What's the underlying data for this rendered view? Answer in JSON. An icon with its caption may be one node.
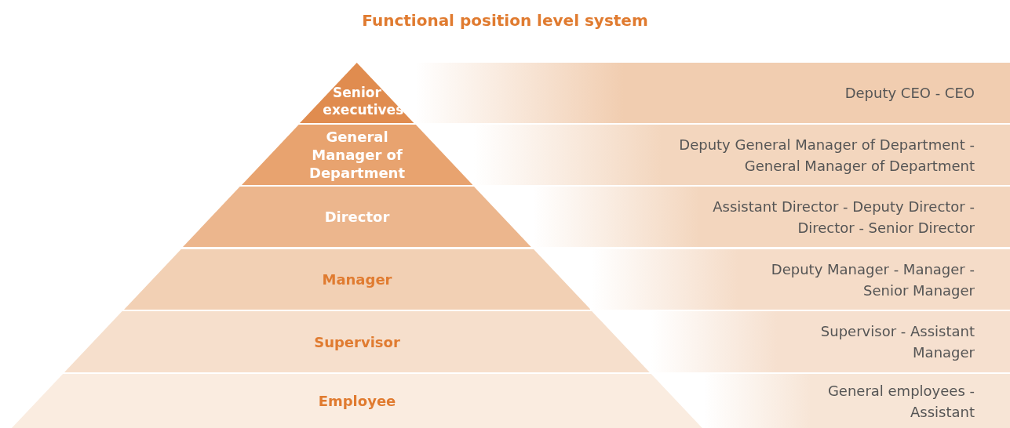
{
  "diagram": {
    "title": "Functional position level system",
    "nodes": [
      {
        "text": [
          "Senior executives"
        ]
      },
      {
        "text": [
          "Deputy CEO - CEO"
        ]
      },
      {
        "text": [
          "General Manager of Department"
        ]
      },
      {
        "text": [
          "Deputy General Manager of Department - General Manager of Department"
        ]
      },
      {
        "text": [
          "Director"
        ]
      },
      {
        "text": [
          "Assistant Director - Deputy Director - Director - Senior Director"
        ]
      },
      {
        "text": [
          "Manager"
        ]
      },
      {
        "text": [
          "Deputy Manager - Manager - Senior Manager"
        ]
      },
      {
        "text": [
          "Supervisor"
        ]
      },
      {
        "text": [
          "Supervisor - Assistant Manager"
        ]
      },
      {
        "text": [
          "Employee"
        ]
      },
      {
        "text": [
          "General employees - Assistant"
        ]
      }
    ]
  }
}
